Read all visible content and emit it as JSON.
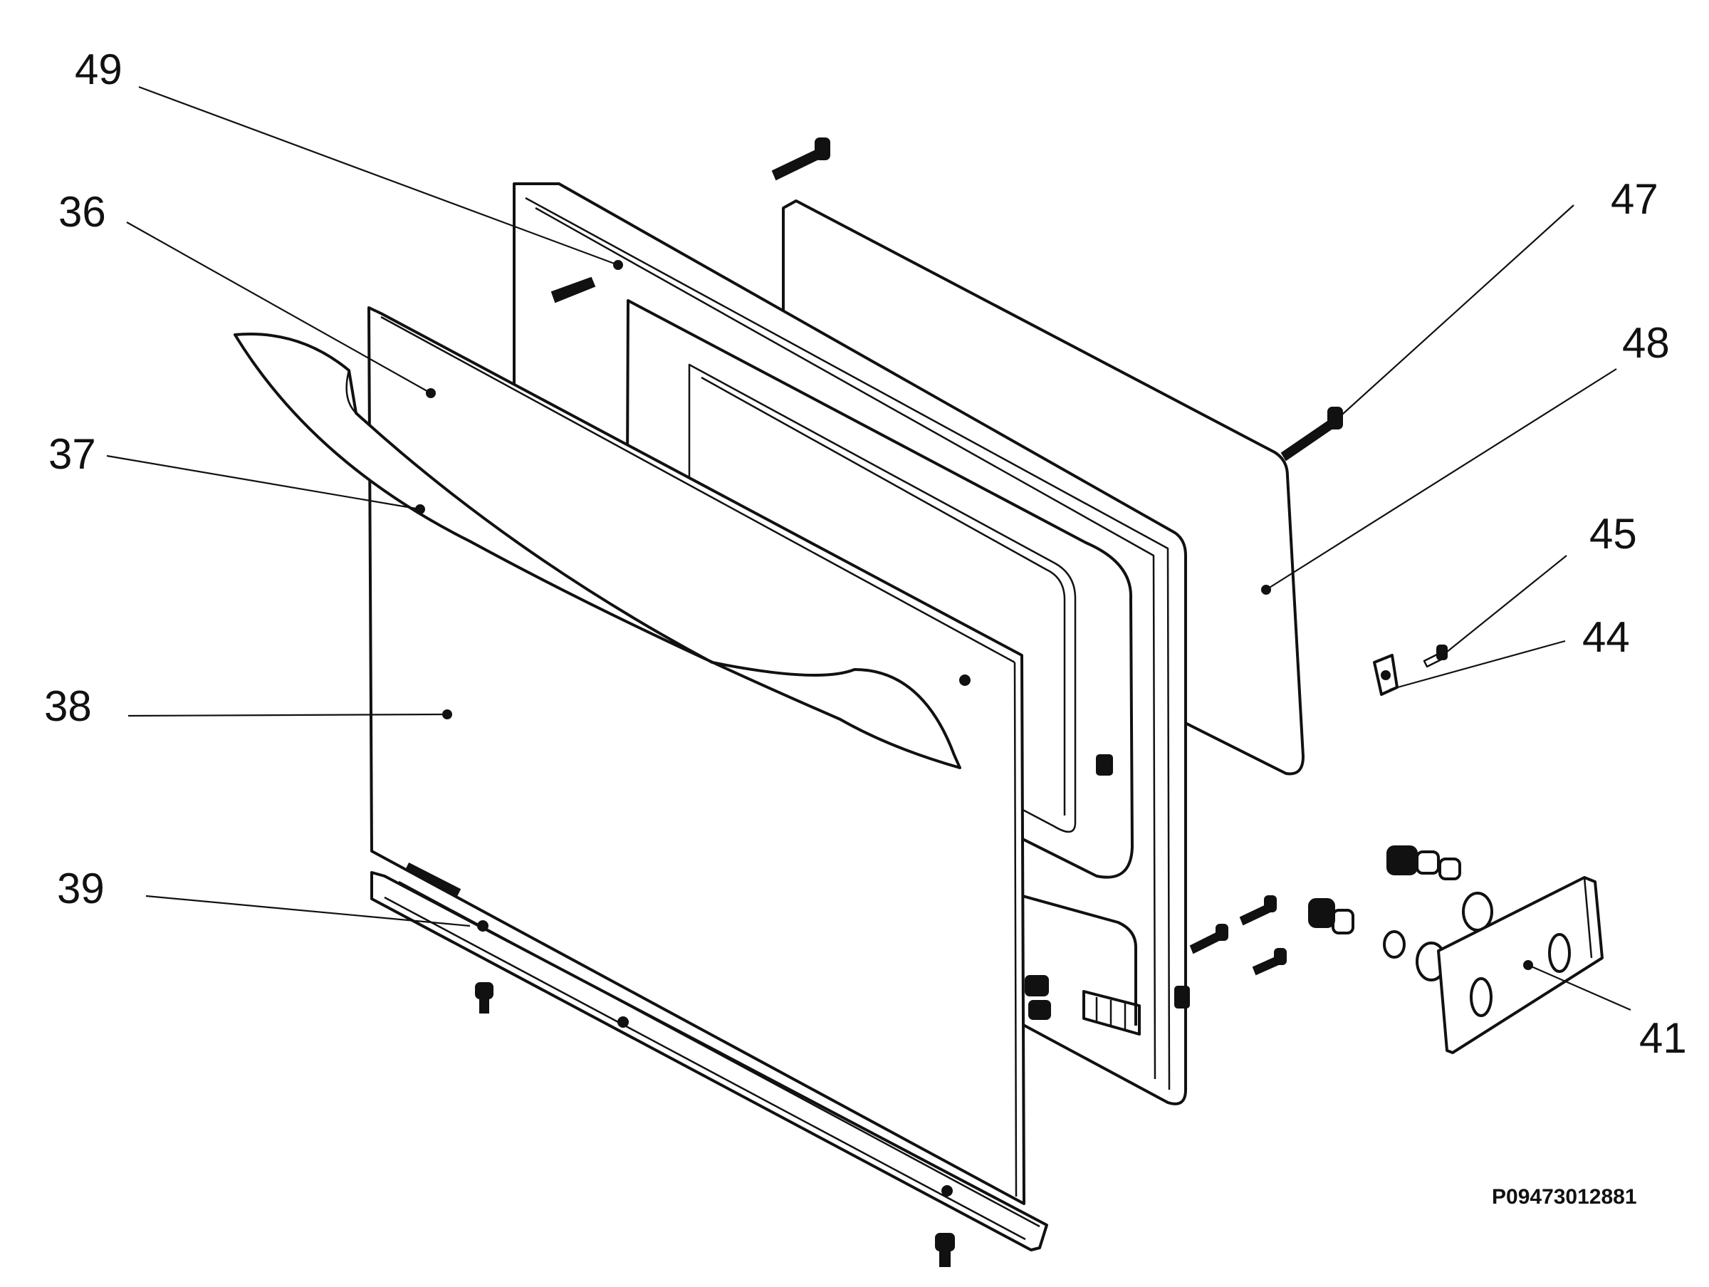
{
  "callouts": [
    {
      "id": "49",
      "label": "49"
    },
    {
      "id": "36",
      "label": "36"
    },
    {
      "id": "37",
      "label": "37"
    },
    {
      "id": "38",
      "label": "38"
    },
    {
      "id": "39",
      "label": "39"
    },
    {
      "id": "47",
      "label": "47"
    },
    {
      "id": "48",
      "label": "48"
    },
    {
      "id": "45",
      "label": "45"
    },
    {
      "id": "44",
      "label": "44"
    },
    {
      "id": "41",
      "label": "41"
    }
  ],
  "part_code": "P09473012881"
}
